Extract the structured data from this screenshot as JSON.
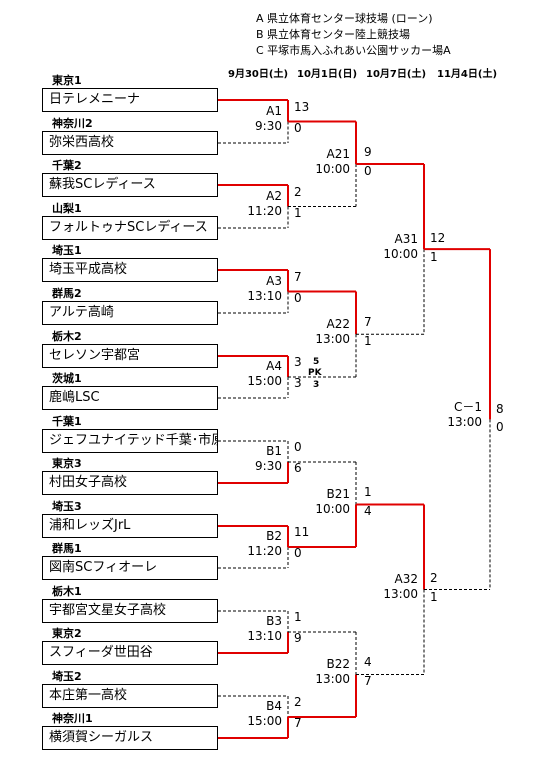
{
  "legend": [
    "A  県立体育センター球技場 (ローン)",
    "B  県立体育センター陸上競技場",
    "C  平塚市馬入ふれあい公園サッカー場A"
  ],
  "dates": [
    "9月30日(土)",
    "10月1日(日)",
    "10月7日(土)",
    "11月4日(土)"
  ],
  "teams": [
    {
      "pref": "東京1",
      "name": "日テレメニーナ"
    },
    {
      "pref": "神奈川2",
      "name": "弥栄西高校"
    },
    {
      "pref": "千葉2",
      "name": "蘇我SCレディース"
    },
    {
      "pref": "山梨1",
      "name": "フォルトゥナSCレディース"
    },
    {
      "pref": "埼玉1",
      "name": "埼玉平成高校"
    },
    {
      "pref": "群馬2",
      "name": "アルテ高崎"
    },
    {
      "pref": "栃木2",
      "name": "セレソン宇都宮"
    },
    {
      "pref": "茨城1",
      "name": "鹿嶋LSC"
    },
    {
      "pref": "千葉1",
      "name": "ジェフユナイテッド千葉･市原"
    },
    {
      "pref": "東京3",
      "name": "村田女子高校"
    },
    {
      "pref": "埼玉3",
      "name": "浦和レッズJrL"
    },
    {
      "pref": "群馬1",
      "name": "図南SCフィオーレ"
    },
    {
      "pref": "栃木1",
      "name": "宇都宮文星女子高校"
    },
    {
      "pref": "東京2",
      "name": "スフィーダ世田谷"
    },
    {
      "pref": "埼玉2",
      "name": "本庄第一高校"
    },
    {
      "pref": "神奈川1",
      "name": "横須賀シーガルス"
    }
  ],
  "matches": [
    {
      "code": "A1",
      "time": "9:30",
      "top_score": "13",
      "bottom_score": "0",
      "winner": "top"
    },
    {
      "code": "A2",
      "time": "11:20",
      "top_score": "2",
      "bottom_score": "1",
      "winner": "top"
    },
    {
      "code": "A3",
      "time": "13:10",
      "top_score": "7",
      "bottom_score": "0",
      "winner": "top"
    },
    {
      "code": "A4",
      "time": "15:00",
      "top_score": "3",
      "bottom_score": "3",
      "winner": "top",
      "pk_top": "5",
      "pk_label": "PK",
      "pk_bottom": "3"
    },
    {
      "code": "B1",
      "time": "9:30",
      "top_score": "0",
      "bottom_score": "6",
      "winner": "bottom"
    },
    {
      "code": "B2",
      "time": "11:20",
      "top_score": "11",
      "bottom_score": "0",
      "winner": "top"
    },
    {
      "code": "B3",
      "time": "13:10",
      "top_score": "1",
      "bottom_score": "9",
      "winner": "bottom"
    },
    {
      "code": "B4",
      "time": "15:00",
      "top_score": "2",
      "bottom_score": "7",
      "winner": "bottom"
    },
    {
      "code": "A21",
      "time": "10:00",
      "top_score": "9",
      "bottom_score": "0",
      "winner": "top"
    },
    {
      "code": "A22",
      "time": "13:00",
      "top_score": "7",
      "bottom_score": "1",
      "winner": "top"
    },
    {
      "code": "B21",
      "time": "10:00",
      "top_score": "1",
      "bottom_score": "4",
      "winner": "bottom"
    },
    {
      "code": "B22",
      "time": "13:00",
      "top_score": "4",
      "bottom_score": "7",
      "winner": "bottom"
    },
    {
      "code": "A31",
      "time": "10:00",
      "top_score": "12",
      "bottom_score": "1",
      "winner": "top"
    },
    {
      "code": "A32",
      "time": "13:00",
      "top_score": "2",
      "bottom_score": "1",
      "winner": "top"
    },
    {
      "code": "C－1",
      "time": "13:00",
      "top_score": "8",
      "bottom_score": "0",
      "winner": "top"
    }
  ],
  "colors": {
    "winner_line": "#e00000",
    "line": "#000000"
  }
}
